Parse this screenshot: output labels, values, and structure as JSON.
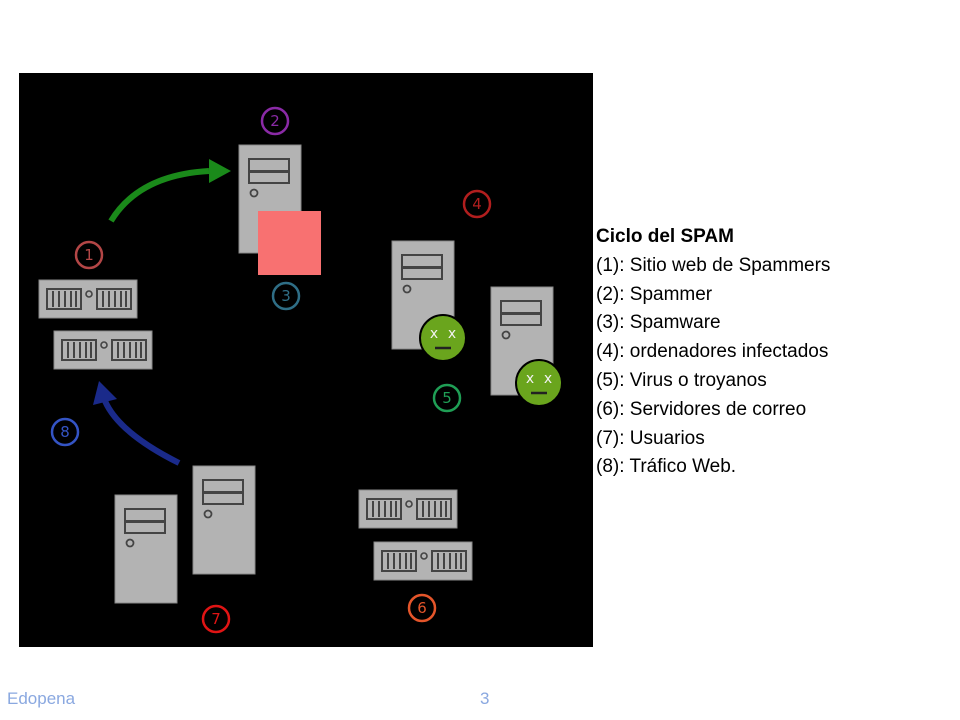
{
  "diagram": {
    "badges": [
      "1",
      "2",
      "3",
      "4",
      "5",
      "6",
      "7",
      "8"
    ],
    "colors": {
      "badge_1": "#b34646",
      "badge_2": "#8a2aa6",
      "badge_3": "#2f6e86",
      "badge_4": "#b11e1e",
      "badge_5": "#1f9e55",
      "badge_6": "#e4552a",
      "badge_7": "#e01414",
      "badge_8": "#3454c4",
      "arrow_green": "#1a8a1a",
      "arrow_blue": "#1a2a8a",
      "server_fill": "#b3b3b3",
      "spamware_box": "#f87171",
      "virus_face": "#6aa51d"
    },
    "icons": [
      "server-icon",
      "rack-server-icon",
      "virus-face-icon",
      "arrow-icon"
    ]
  },
  "legend": {
    "title": "Ciclo del SPAM",
    "items": [
      {
        "key": "(1):",
        "text": "Sitio web de Spammers"
      },
      {
        "key": "(2):",
        "text": "Spammer"
      },
      {
        "key": "(3):",
        "text": "Spamware"
      },
      {
        "key": "(4):",
        "text": "ordenadores infectados"
      },
      {
        "key": "(5):",
        "text": "Virus o troyanos"
      },
      {
        "key": "(6):",
        "text": "Servidores de correo"
      },
      {
        "key": "(7):",
        "text": "Usuarios"
      },
      {
        "key": "(8):",
        "text": "Tráfico Web."
      }
    ]
  },
  "footer": {
    "left": "Edopena",
    "page": "3"
  }
}
